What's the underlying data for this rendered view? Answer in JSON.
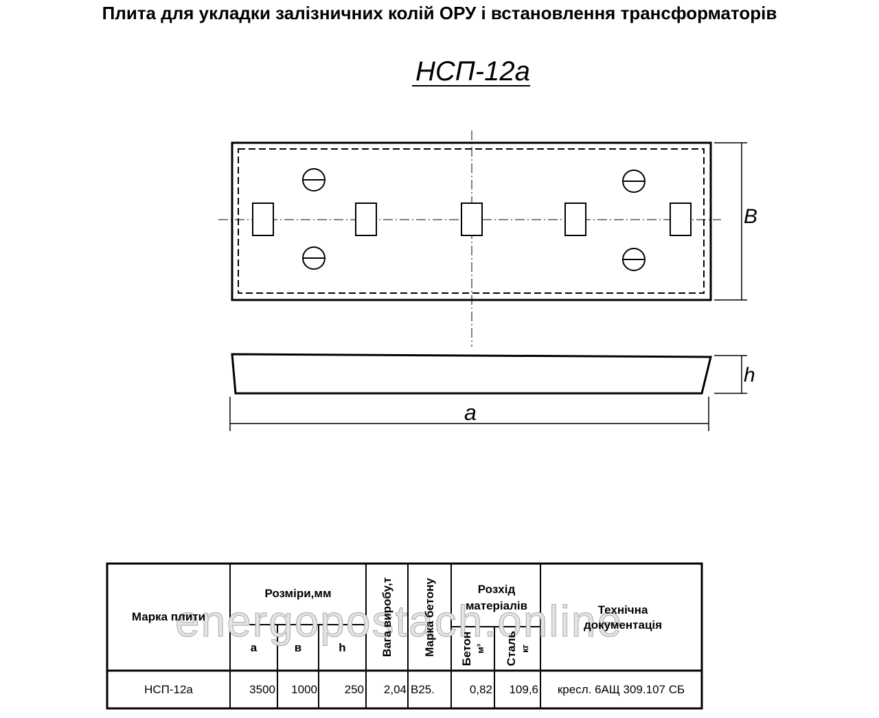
{
  "title": "Плита для укладки залізничних колій ОРУ і встановлення трансформаторів",
  "drawing": {
    "mark": "НСП-12а",
    "dim_b": "В",
    "dim_h": "h",
    "dim_a": "a"
  },
  "table": {
    "headers": {
      "mark": "Марка плити",
      "sizes": "Розміри,мм",
      "a": "а",
      "b": "в",
      "h": "h",
      "weight": "Вага виробу,т",
      "concrete_grade": "Марка бетону",
      "consumption": "Розхід матеріалів",
      "concrete": "Бетон",
      "concrete_unit": "м³",
      "steel": "Сталь",
      "steel_unit": "кг",
      "docs": "Технічна документація"
    },
    "rows": [
      {
        "mark": "НСП-12а",
        "a": "3500",
        "b": "1000",
        "h": "250",
        "weight": "2,04",
        "grade": "В25.",
        "concrete": "0,82",
        "steel": "109,6",
        "docs": "кресл. 6АЩ 309.107 СБ"
      }
    ]
  },
  "watermark": "energopostach.online"
}
